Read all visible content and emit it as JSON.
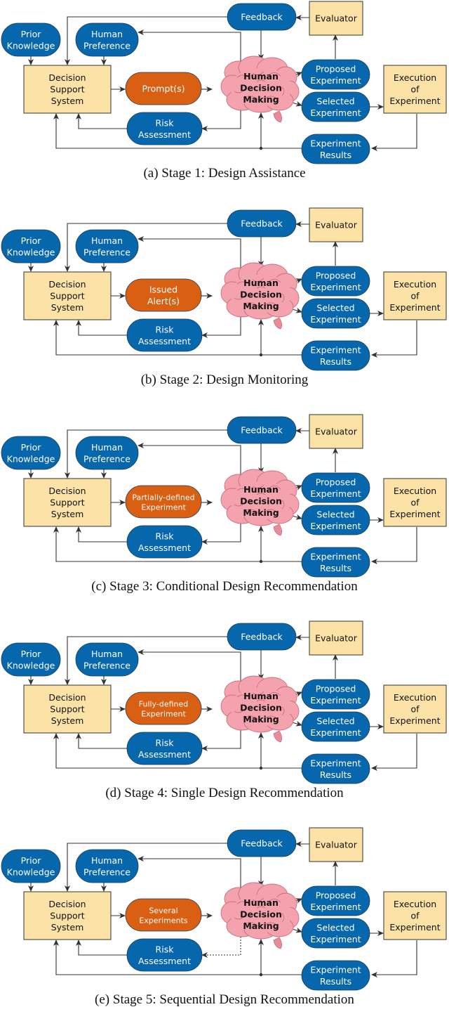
{
  "colors": {
    "pill_blue": "#0767ad",
    "pill_orange": "#d95f13",
    "box_fill": "#fde2a7",
    "box_stroke": "#333333",
    "brain_fill": "#f4a3ae",
    "line": "#333333"
  },
  "labels": {
    "prior_knowledge": [
      "Prior",
      "Knowledge"
    ],
    "human_preference": [
      "Human",
      "Preference"
    ],
    "decision_support": [
      "Decision",
      "Support",
      "System"
    ],
    "risk_assessment": [
      "Risk",
      "Assessment"
    ],
    "feedback": [
      "Feedback"
    ],
    "evaluator": [
      "Evaluator"
    ],
    "human_decision": [
      "Human",
      "Decision",
      "Making"
    ],
    "proposed_experiment": [
      "Proposed",
      "Experiment"
    ],
    "selected_experiment": [
      "Selected",
      "Experiment"
    ],
    "execution": [
      "Execution",
      "of",
      "Experiment"
    ],
    "experiment_results": [
      "Experiment",
      "Results"
    ]
  },
  "stages": [
    {
      "caption": "(a) Stage 1: Design Assistance",
      "center_label": [
        "Prompt(s)"
      ],
      "center_small": false
    },
    {
      "caption": "(b) Stage 2: Design Monitoring",
      "center_label": [
        "Issued",
        "Alert(s)"
      ],
      "center_small": false
    },
    {
      "caption": "(c) Stage 3: Conditional Design Recommendation",
      "center_label": [
        "Partially-defined",
        "Experiment"
      ],
      "center_small": true
    },
    {
      "caption": "(d) Stage 4: Single Design Recommendation",
      "center_label": [
        "Fully-defined",
        "Experiment"
      ],
      "center_small": true
    },
    {
      "caption": "(e) Stage 5: Sequential Design Recommendation",
      "center_label": [
        "Several",
        "Experiments"
      ],
      "center_small": true
    }
  ]
}
